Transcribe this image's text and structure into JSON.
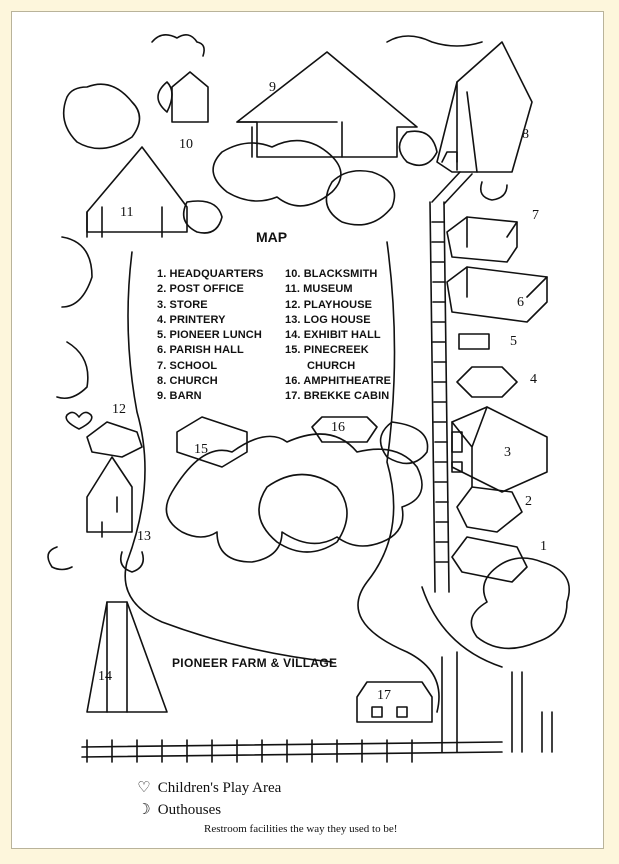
{
  "map": {
    "title": "MAP",
    "village_title": "PIONEER FARM & VILLAGE",
    "legend_left": [
      "1. HEADQUARTERS",
      "2. POST OFFICE",
      "3. STORE",
      "4. PRINTERY",
      "5. PIONEER LUNCH",
      "6. PARISH HALL",
      "7. SCHOOL",
      "8. CHURCH",
      "9. BARN"
    ],
    "legend_right": [
      "10. BLACKSMITH",
      "11. MUSEUM",
      "12. PLAYHOUSE",
      "13. LOG HOUSE",
      "14. EXHIBIT HALL",
      "15. PINECREEK",
      "CHURCH",
      "16. AMPHITHEATRE",
      "17. BREKKE CABIN"
    ],
    "building_numbers": [
      "1",
      "2",
      "3",
      "4",
      "5",
      "6",
      "7",
      "8",
      "9",
      "10",
      "11",
      "12",
      "13",
      "14",
      "15",
      "16",
      "17"
    ]
  },
  "footer": {
    "play_symbol": "♡",
    "play_label": "Children's Play Area",
    "outhouse_symbol": "☽",
    "outhouse_label": "Outhouses",
    "restroom_note": "Restroom facilities the way they used to be!"
  },
  "colors": {
    "background": "#fdf6dc",
    "paper": "#ffffff",
    "ink": "#111111"
  }
}
